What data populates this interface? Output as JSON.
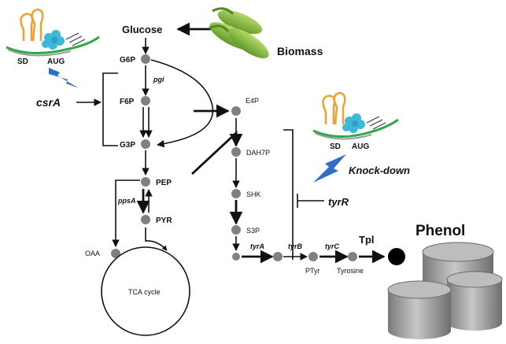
{
  "metabolites": {
    "glucose": "Glucose",
    "g6p": "G6P",
    "f6p": "F6P",
    "g3p": "G3P",
    "pep": "PEP",
    "pyr": "PYR",
    "oaa": "OAA",
    "e4p": "E4P",
    "dah7p": "DAH7P",
    "shk": "SHK",
    "s3p": "S3P",
    "ptyr": "PTyr",
    "tyrosine": "Tyrosine",
    "phenol": "Phenol"
  },
  "genes": {
    "pgi": "pgi",
    "ppsA": "ppsA",
    "tyrA": "tyrA",
    "tyrB": "tyrB",
    "tyrC": "tyrC",
    "csrA": "csrA",
    "tyrR": "tyrR",
    "tpl": "Tpl"
  },
  "labels": {
    "biomass": "Biomass",
    "tca_cycle": "TCA cycle",
    "knock_down": "Knock-down",
    "sd": "SD",
    "aug": "AUG"
  },
  "colors": {
    "node": "#808080",
    "arrow": "#111111",
    "lightning": "#2f6fc7",
    "rna_loop": "#f0a030",
    "ribosome": "#3fb8d8",
    "mrna_green": "#2ea84a",
    "corn": "#7fb83a",
    "cylinder": "#a9a9a9"
  },
  "icons": [
    "ribosome-icon",
    "lightning-bolt-icon",
    "corn-icon",
    "cylinder-icon"
  ]
}
